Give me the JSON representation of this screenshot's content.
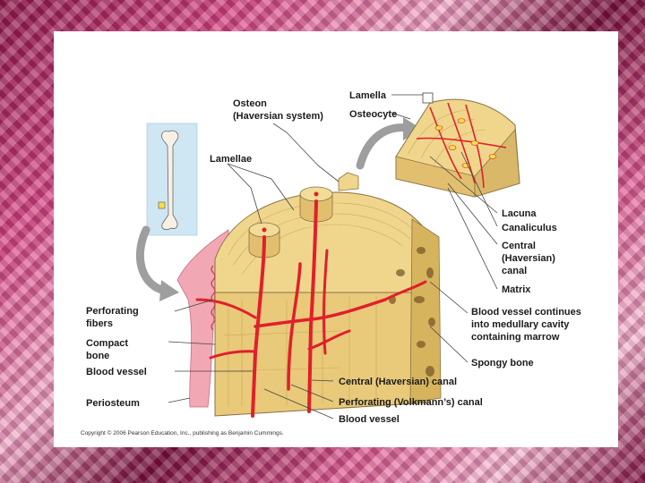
{
  "labels": {
    "lamella": "Lamella",
    "osteon_1": "Osteon",
    "osteon_2": "(Haversian system)",
    "osteocyte": "Osteocyte",
    "lamellae": "Lamellae",
    "lacuna": "Lacuna",
    "canaliculus": "Canaliculus",
    "central_1": "Central",
    "central_2": "(Haversian)",
    "central_3": "canal",
    "matrix": "Matrix",
    "vessel_cont_1": "Blood vessel continues",
    "vessel_cont_2": "into medullary cavity",
    "vessel_cont_3": "containing marrow",
    "perforating_fibers_1": "Perforating",
    "perforating_fibers_2": "fibers",
    "compact_1": "Compact",
    "compact_2": "bone",
    "blood_vessel_left": "Blood vessel",
    "spongy_bone": "Spongy bone",
    "periosteum": "Periosteum",
    "central_canal_bottom": "Central (Haversian) canal",
    "volkmann_canal": "Perforating (Volkmann’s) canal",
    "blood_vessel_bottom": "Blood vessel"
  },
  "copyright": "Copyright © 2006 Pearson Education, Inc., publishing as Benjamin Cummings.",
  "colors": {
    "bone": "#f0d68c",
    "bone_dark": "#d9b869",
    "vessel": "#e0202a",
    "vessel_light": "#f46a58",
    "periosteum": "#f2a8b4",
    "arrow": "#9e9e9e"
  }
}
